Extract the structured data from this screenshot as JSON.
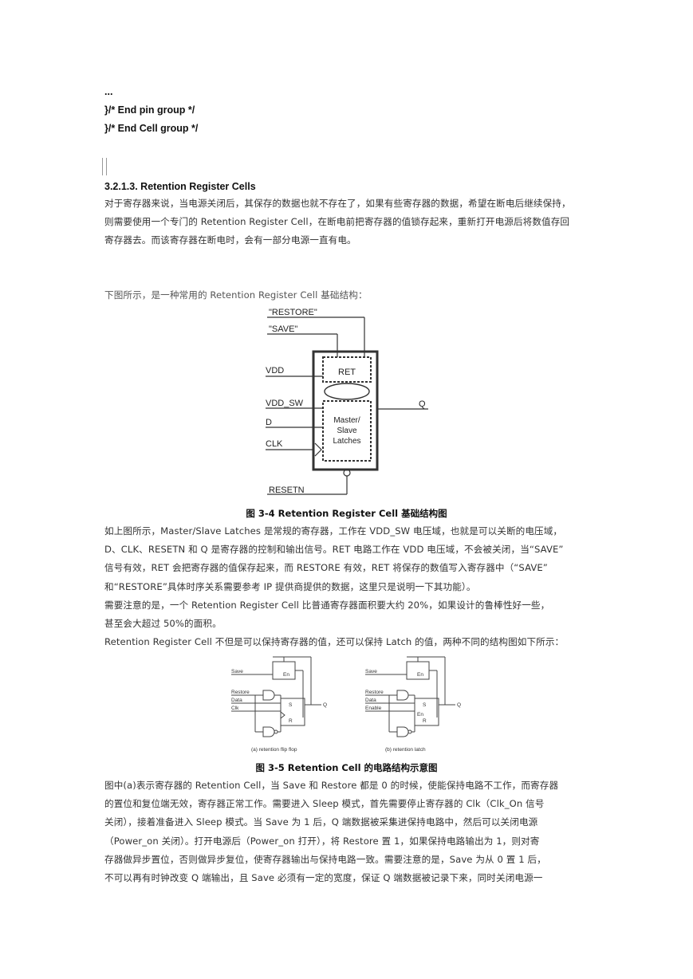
{
  "code_lines": [
    "...",
    "}/* End pin group */",
    "}/* End Cell group */"
  ],
  "section_heading": "3.2.1.3.   Retention Register Cells",
  "intro_lines": [
    "对于寄存器来说，当电源关闭后，其保存的数据也就不存在了，如果有些寄存器的数据，希望在断电后继续保持，",
    "则需要使用一个专门的 Retention Register Cell，在断电前把寄存器的值锁存起来，重新打开电源后将数值存回",
    "寄存器去。而该寄存器在断电时，会有一部分电源一直有电。"
  ],
  "figure_intro": "下图所示，是一种常用的 Retention Register Cell 基础结构：",
  "fig34": {
    "restore": "\"RESTORE\"",
    "save": "\"SAVE\"",
    "vdd": "VDD",
    "vdd_sw": "VDD_SW",
    "d": "D",
    "clk": "CLK",
    "resetn": "RESETN",
    "ret": "RET",
    "latch_l1": "Master/",
    "latch_l2": "Slave",
    "latch_l3": "Latches",
    "q": "Q"
  },
  "caption1": "图 3-4 Retention Register Cell 基础结构图",
  "desc_lines": [
    "如上图所示，Master/Slave Latches 是常规的寄存器，工作在 VDD_SW 电压域，也就是可以关断的电压域，",
    "D、CLK、RESETN 和 Q 是寄存器的控制和输出信号。RET 电路工作在 VDD 电压域，不会被关闭，当“SAVE”",
    "信号有效，RET 会把寄存器的值保存起来，而 RESTORE 有效，RET 将保存的数值写入寄存器中（“SAVE”",
    "和“RESTORE”具体时序关系需要参考 IP 提供商提供的数据，这里只是说明一下其功能）。",
    "需要注意的是，一个 Retention Register Cell 比普通寄存器面积要大约 20%，如果设计的鲁棒性好一些，",
    "甚至会大超过 50%的面积。",
    "Retention Register Cell 不但是可以保持寄存器的值，还可以保持 Latch 的值，两种不同的结构图如下所示："
  ],
  "fig35": {
    "a": {
      "save": "Save",
      "restore": "Restore",
      "data": "Data",
      "third": "Clk",
      "en": "En",
      "s": "S",
      "r": "R",
      "q": "Q",
      "caption": "(a) retention flip flop"
    },
    "b": {
      "save": "Save",
      "restore": "Restore",
      "data": "Data",
      "third": "Enable",
      "en": "En",
      "s": "S",
      "r": "R",
      "q": "Q",
      "caption": "(b) retention latch",
      "en2": "En"
    }
  },
  "caption2": "图 3-5 Retention Cell 的电路结构示意图",
  "final_lines": [
    "图中(a)表示寄存器的 Retention Cell，当 Save 和 Restore 都是 0 的时候，使能保持电路不工作，而寄存器",
    "的置位和复位端无效，寄存器正常工作。需要进入 Sleep 模式，首先需要停止寄存器的 Clk（Clk_On 信号",
    "关闭），接着准备进入 Sleep 模式。当 Save 为 1 后，Q 端数据被采集进保持电路中，然后可以关闭电源",
    "（Power_on 关闭）。打开电源后（Power_on 打开），将 Restore 置 1，如果保持电路输出为 1，则对寄",
    "存器做异步置位，否则做异步复位，使寄存器输出与保持电路一致。需要注意的是，Save 为从 0 置 1 后，",
    "不可以再有时钟改变 Q 端输出，且 Save 必须有一定的宽度，保证 Q 端数据被记录下来，同时关闭电源一"
  ]
}
